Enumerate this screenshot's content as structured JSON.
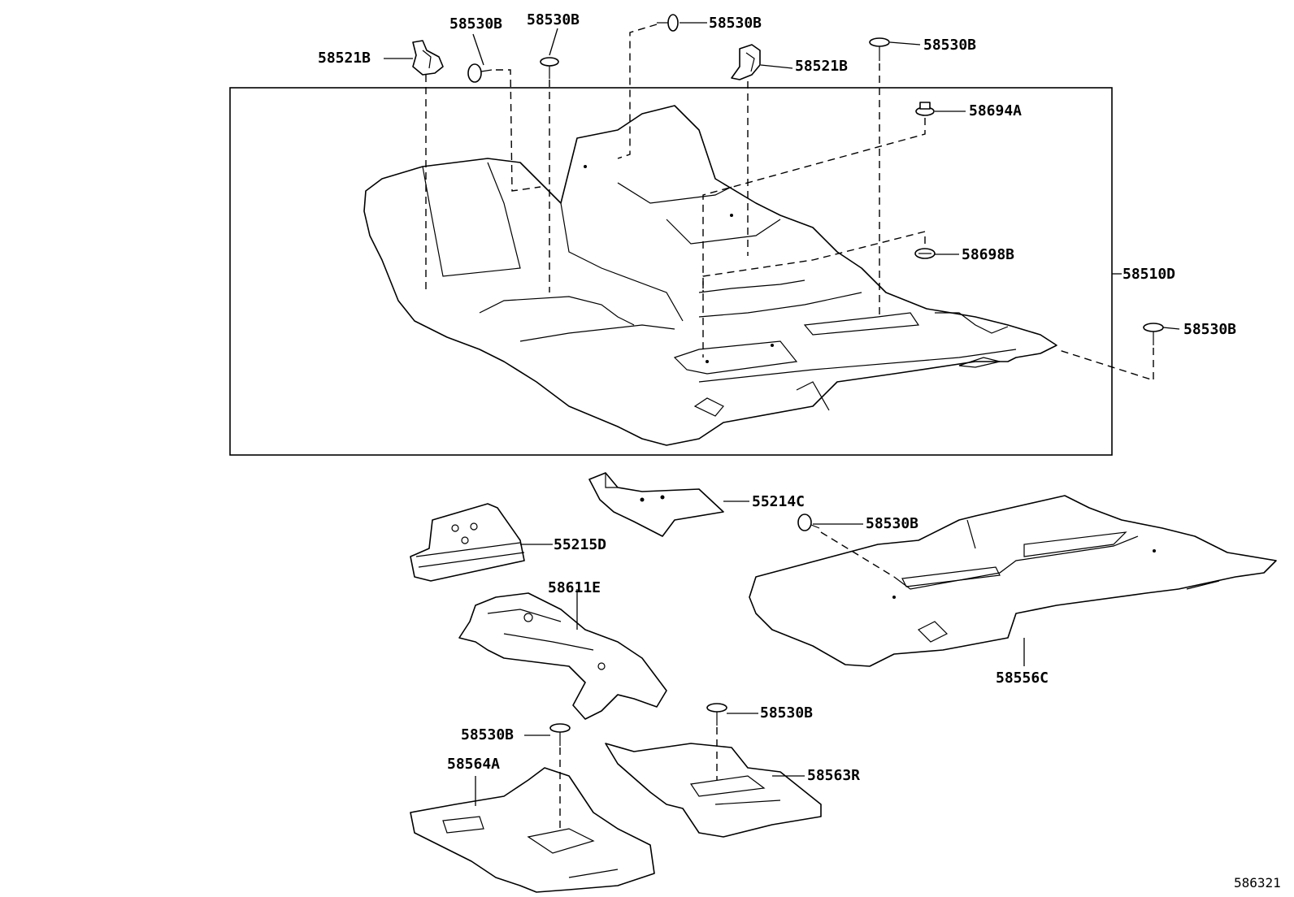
{
  "labels": {
    "p58530B_a": "58530B",
    "p58530B_b": "58530B",
    "p58530B_c": "58530B",
    "p58530B_d": "58530B",
    "p58521B_a": "58521B",
    "p58521B_b": "58521B",
    "p58694A": "58694A",
    "p58698B": "58698B",
    "p58510D": "58510D",
    "p58530B_e": "58530B",
    "p55214C": "55214C",
    "p55215D": "55215D",
    "p58530B_f": "58530B",
    "p58611E": "58611E",
    "p58556C": "58556C",
    "p58530B_g": "58530B",
    "p58530B_h": "58530B",
    "p58564A": "58564A",
    "p58563R": "58563R"
  },
  "diagram_id": "586321"
}
